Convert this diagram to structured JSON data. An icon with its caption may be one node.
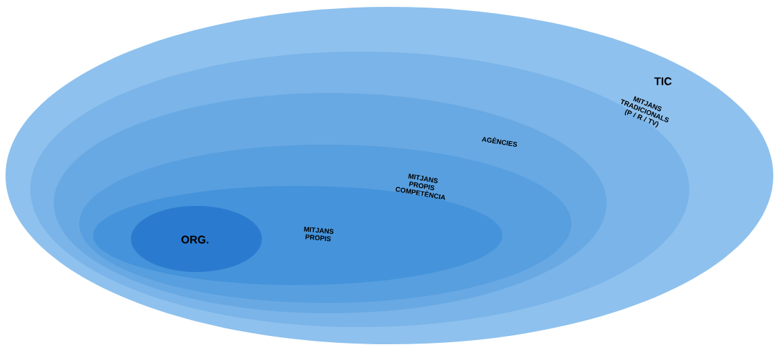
{
  "diagram": {
    "nodes": [
      {
        "text": [
          "TIC"
        ]
      },
      {
        "text": [
          "MITJANS TRADICIONALS (P / R / TV)"
        ],
        "in": 0
      },
      {
        "text": [
          "AGÈNCIES"
        ],
        "in": 1
      },
      {
        "text": [
          "MITJANS PROPIS COMPETÈNCIA"
        ],
        "in": 2
      },
      {
        "text": [
          "MITJANS PROPIS"
        ],
        "in": 3
      },
      {
        "text": [
          "ORG."
        ],
        "in": 4
      }
    ]
  }
}
